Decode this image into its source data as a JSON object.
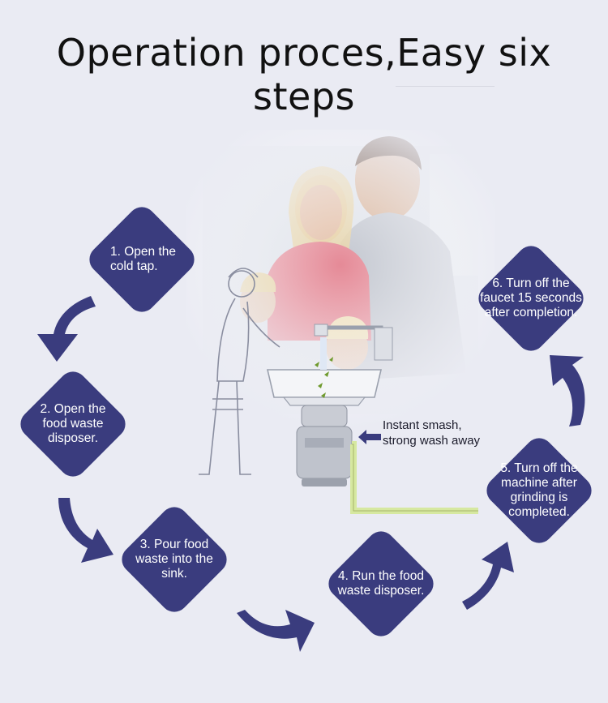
{
  "title": "Operation proces,Easy six steps",
  "colors": {
    "background": "#eaebf3",
    "diamond": "#3a3c7e",
    "arrow": "#3a3c7e",
    "pipe": "#d6e8a0"
  },
  "steps": [
    {
      "label": "1. Open the\ncold tap."
    },
    {
      "label": "2. Open the\nfood waste\ndisposer."
    },
    {
      "label": "3. Pour food\nwaste into the\nsink."
    },
    {
      "label": "4. Run the food\nwaste disposer."
    },
    {
      "label": "5. Turn off the\nmachine after\ngrinding is\ncompleted."
    },
    {
      "label": "6. Turn off the\nfaucet 15 seconds\nafter completion."
    }
  ],
  "callout": {
    "label": "Instant smash,\nstrong wash away",
    "icon": "arrow-left-icon"
  },
  "illustration": {
    "icon": "family-kitchen-sink-disposer-illustration"
  }
}
